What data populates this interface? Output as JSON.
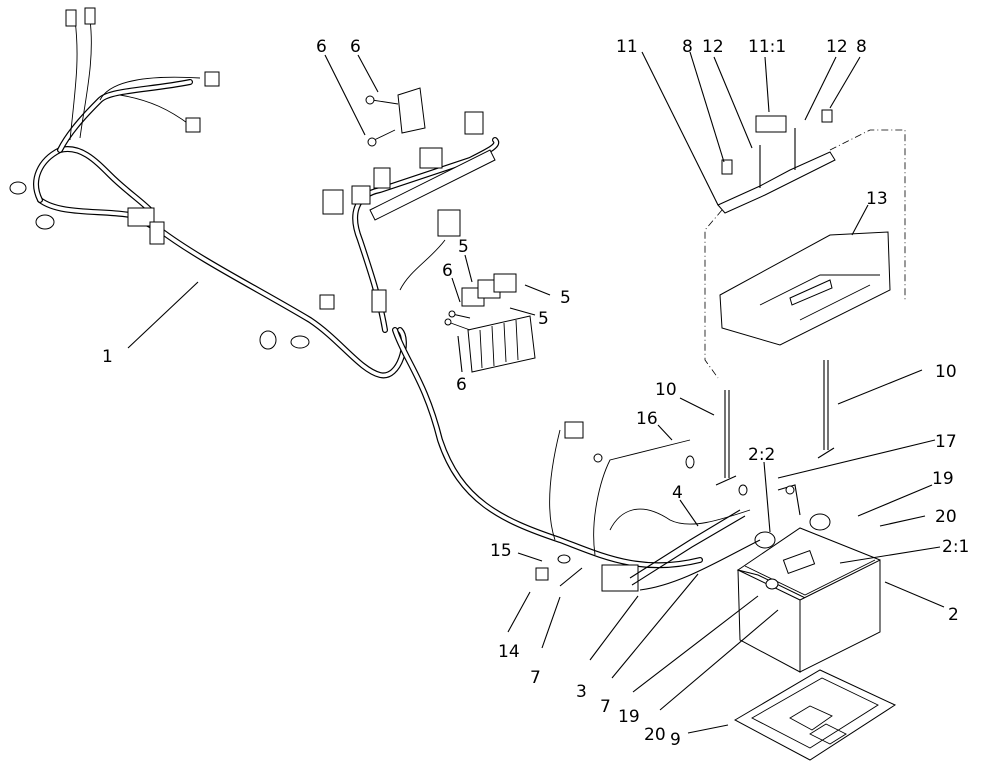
{
  "diagram": {
    "callouts": {
      "c1": "1",
      "c2": "2",
      "c2_1": "2:1",
      "c2_2": "2:2",
      "c3": "3",
      "c4": "4",
      "c5a": "5",
      "c5b": "5",
      "c5c": "5",
      "c6a": "6",
      "c6b": "6",
      "c6c": "6",
      "c6d": "6",
      "c7a": "7",
      "c7b": "7",
      "c8a": "8",
      "c8b": "8",
      "c9": "9",
      "c10a": "10",
      "c10b": "10",
      "c11": "11",
      "c11_1": "11:1",
      "c12a": "12",
      "c12b": "12",
      "c13": "13",
      "c14": "14",
      "c15": "15",
      "c16": "16",
      "c17": "17",
      "c19a": "19",
      "c19b": "19",
      "c20a": "20",
      "c20b": "20"
    }
  }
}
